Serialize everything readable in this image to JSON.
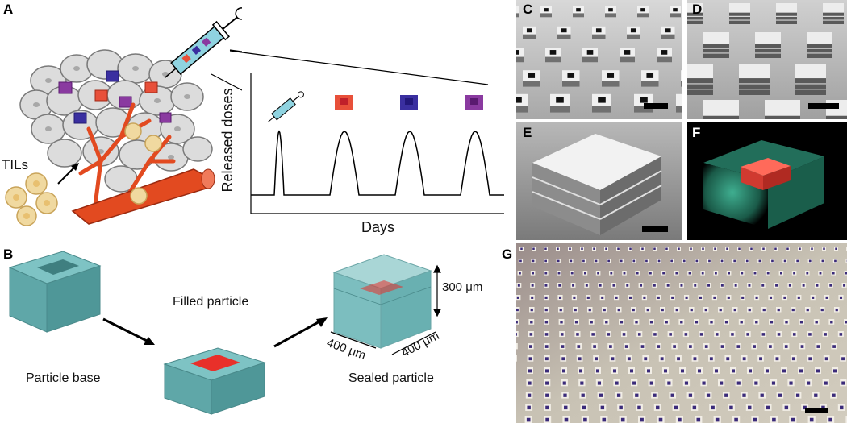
{
  "panel_labels": {
    "a": "A",
    "b": "B",
    "c": "C",
    "d": "D",
    "e": "E",
    "f": "F",
    "g": "G"
  },
  "panel_a": {
    "tils_label": "TILs"
  },
  "chart": {
    "ylabel": "Released doses",
    "xlabel": "Days"
  },
  "chart_data": {
    "type": "line",
    "title": "",
    "xlabel": "Days",
    "ylabel": "Released doses",
    "series": [
      {
        "values": [
          0,
          1,
          0,
          0,
          1,
          0,
          1,
          0,
          1,
          0
        ]
      }
    ],
    "pulses": [
      {
        "dose": "injection",
        "relative_height": 1
      },
      {
        "dose": "particle-1",
        "relative_height": 1
      },
      {
        "dose": "particle-2",
        "relative_height": 1
      },
      {
        "dose": "particle-3",
        "relative_height": 1
      }
    ],
    "grid": false
  },
  "panel_b": {
    "particle_base": "Particle base",
    "filled_particle": "Filled particle",
    "sealed_particle": "Sealed particle",
    "dim_height": "300 μm",
    "dim_width_left": "400 μm",
    "dim_width_right": "400 μm"
  },
  "colors": {
    "particle_teal": "#5fa7a8",
    "particle_fill_red": "#e8302a",
    "particle_red_1": "#e8503a",
    "particle_blue": "#3a2fa0",
    "particle_purple": "#8a3aa0",
    "vessel_red": "#e24a20",
    "til_yellow": "#f0d9a0"
  }
}
